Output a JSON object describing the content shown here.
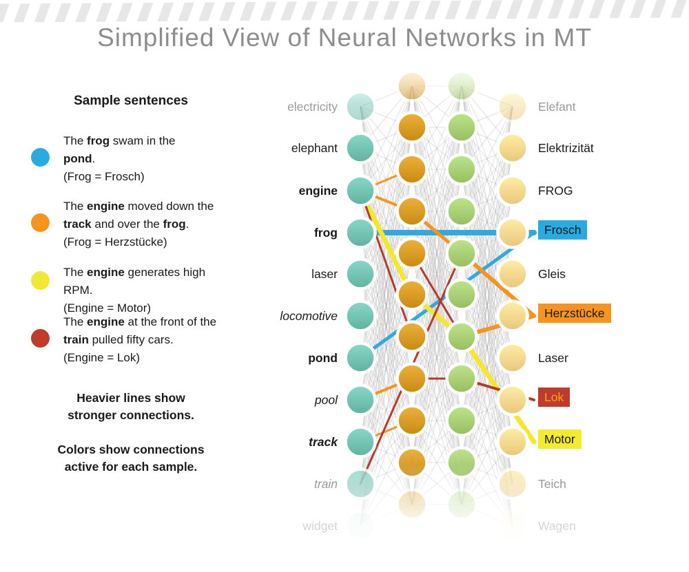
{
  "title": "Simplified View of Neural Networks in MT",
  "legend": {
    "heading": "Sample sentences",
    "items": [
      {
        "dot_color": "#29ABE2",
        "dot_name": "blue-sample-dot",
        "text": "The **frog** swam in the\n**pond**.\n(Frog = Frosch)"
      },
      {
        "dot_color": "#F7941D",
        "dot_name": "orange-sample-dot",
        "text": "The **engine** moved down the\n**track** and over the **frog**.\n(Frog = Herzstücke)"
      },
      {
        "dot_color": "#F2E734",
        "dot_name": "yellow-sample-dot",
        "text": "The **engine** generates high RPM.\n(Engine = Motor)"
      },
      {
        "dot_color": "#C13B2C",
        "dot_name": "red-sample-dot",
        "text": "The **engine** at the front of the\n**train** pulled fifty cars.\n(Engine = Lok)"
      }
    ],
    "notes": [
      "Heavier lines show\nstronger connections.",
      "Colors show connections\nactive for each sample."
    ]
  },
  "network": {
    "source_words": [
      {
        "text": "electricity",
        "style": "faded"
      },
      {
        "text": "elephant",
        "style": ""
      },
      {
        "text": "engine",
        "style": "bold"
      },
      {
        "text": "frog",
        "style": "bold"
      },
      {
        "text": "laser",
        "style": ""
      },
      {
        "text": "locomotive",
        "style": "italic"
      },
      {
        "text": "pond",
        "style": "bold"
      },
      {
        "text": "pool",
        "style": "italic"
      },
      {
        "text": "track",
        "style": "bold italic"
      },
      {
        "text": "train",
        "style": "faded italic"
      },
      {
        "text": "widget",
        "style": "ghost"
      }
    ],
    "target_words": [
      {
        "text": "Elefant",
        "style": "faded"
      },
      {
        "text": "Elektrizität",
        "style": ""
      },
      {
        "text": "FROG",
        "style": ""
      },
      {
        "text": "Frosch",
        "style": "",
        "highlight": "#29ABE2",
        "text_color": "#1a1a1a"
      },
      {
        "text": "Gleis",
        "style": ""
      },
      {
        "text": "Herzstücke",
        "style": "",
        "highlight": "#F7941D",
        "text_color": "#1a1a1a"
      },
      {
        "text": "Laser",
        "style": ""
      },
      {
        "text": "Lok",
        "style": "",
        "highlight": "#BE3A2B",
        "text_color": "#F7A41B"
      },
      {
        "text": "Motor",
        "style": "",
        "highlight": "#F2EB30",
        "text_color": "#1a1a1a"
      },
      {
        "text": "Teich",
        "style": "faded"
      },
      {
        "text": "Wagen",
        "style": "ghost"
      }
    ],
    "node_colors": {
      "input": "#6FBFAF",
      "hidden1": "#D4971F",
      "hidden2": "#A4CB6F",
      "output": "#F6D48A"
    },
    "mesh_color": "#A5A5A5",
    "active_connections": [
      {
        "color": "#2FA9E0",
        "width": 8,
        "from": {
          "layer": "in",
          "row": 3
        },
        "to": {
          "layer": "out",
          "row": 3
        }
      },
      {
        "color": "#2FA9E0",
        "width": 5,
        "from": {
          "layer": "in",
          "row": 6
        },
        "to": {
          "layer": "out",
          "row": 3
        }
      },
      {
        "color": "#F5E82B",
        "width": 7,
        "from": {
          "layer": "in",
          "row": 2
        },
        "to": {
          "layer": "h1",
          "row": 5
        }
      },
      {
        "color": "#F5E82B",
        "width": 7,
        "from": {
          "layer": "h1",
          "row": 5
        },
        "to": {
          "layer": "h2",
          "row": 6
        }
      },
      {
        "color": "#F5E82B",
        "width": 7,
        "from": {
          "layer": "h2",
          "row": 6
        },
        "to": {
          "layer": "out",
          "row": 8
        }
      },
      {
        "color": "#F7941D",
        "width": 3,
        "from": {
          "layer": "in",
          "row": 2
        },
        "to": {
          "layer": "h1",
          "row": 2
        }
      },
      {
        "color": "#F7941D",
        "width": 4,
        "from": {
          "layer": "in",
          "row": 2
        },
        "to": {
          "layer": "h1",
          "row": 3
        }
      },
      {
        "color": "#F7941D",
        "width": 5,
        "from": {
          "layer": "h1",
          "row": 3
        },
        "to": {
          "layer": "h2",
          "row": 4
        }
      },
      {
        "color": "#F7941D",
        "width": 6,
        "from": {
          "layer": "h2",
          "row": 4
        },
        "to": {
          "layer": "out",
          "row": 5
        }
      },
      {
        "color": "#F7941D",
        "width": 6,
        "from": {
          "layer": "h2",
          "row": 6
        },
        "to": {
          "layer": "out",
          "row": 5
        }
      },
      {
        "color": "#F7941D",
        "width": 4,
        "from": {
          "layer": "in",
          "row": 7
        },
        "to": {
          "layer": "h1",
          "row": 7
        }
      },
      {
        "color": "#F7941D",
        "width": 3,
        "from": {
          "layer": "in",
          "row": 8
        },
        "to": {
          "layer": "h1",
          "row": 8
        }
      },
      {
        "color": "#B43A2B",
        "width": 3,
        "from": {
          "layer": "in",
          "row": 2
        },
        "to": {
          "layer": "h1",
          "row": 6
        }
      },
      {
        "color": "#B43A2B",
        "width": 3,
        "from": {
          "layer": "h1",
          "row": 4
        },
        "to": {
          "layer": "h2",
          "row": 6
        }
      },
      {
        "color": "#B43A2B",
        "width": 3,
        "from": {
          "layer": "h2",
          "row": 4
        },
        "to": {
          "layer": "in",
          "row": 9
        }
      },
      {
        "color": "#B43A2B",
        "width": 3,
        "from": {
          "layer": "h1",
          "row": 7
        },
        "to": {
          "layer": "h2",
          "row": 7
        }
      },
      {
        "color": "#B43A2B",
        "width": 4,
        "from": {
          "layer": "h2",
          "row": 7
        },
        "to": {
          "layer": "out",
          "row": 7
        }
      }
    ]
  }
}
